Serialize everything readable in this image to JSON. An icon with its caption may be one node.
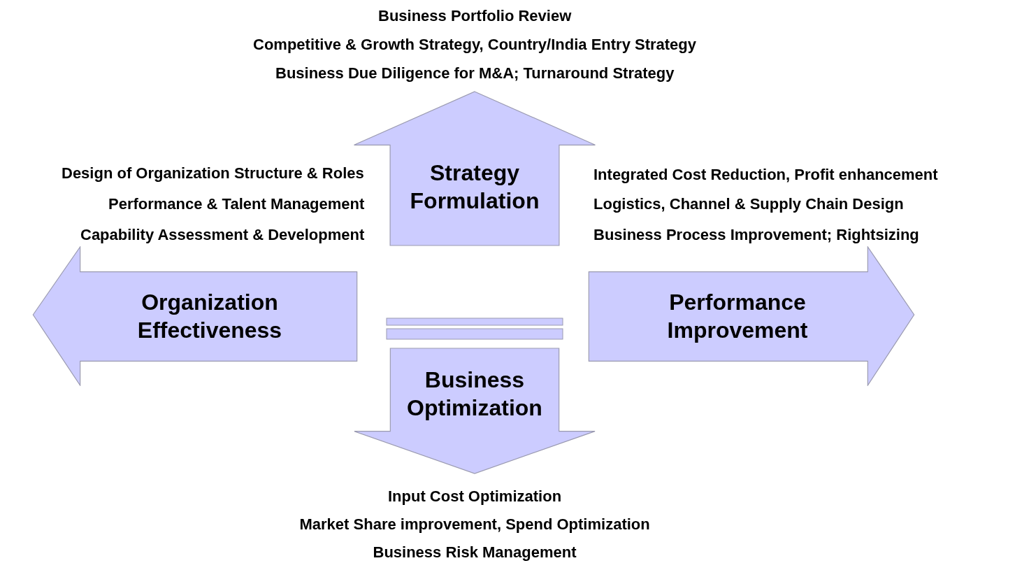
{
  "diagram": {
    "nodes": [
      {
        "text": [
          "Strategy Formulation"
        ],
        "beside": [
          "Business Portfolio Review",
          "Competitive & Growth Strategy, Country/India Entry Strategy",
          "Business Due Diligence for M&A; Turnaround Strategy"
        ]
      },
      {
        "text": [
          "Organization Effectiveness"
        ]
      },
      {
        "text": [
          "Performance Improvement"
        ]
      },
      {
        "text": [
          "Business Optimization"
        ],
        "beside": [
          "Input Cost Optimization",
          "Market Share improvement, Spend Optimization",
          "Business Risk Management"
        ]
      }
    ],
    "edges": [],
    "labels": [
      "Design of Organization Structure & Roles",
      "Integrated Cost Reduction, Profit enhancement",
      "Performance & Talent Management",
      "Logistics, Channel & Supply Chain Design",
      "Capability Assessment & Development",
      "Business Process Improvement; Rightsizing"
    ]
  }
}
